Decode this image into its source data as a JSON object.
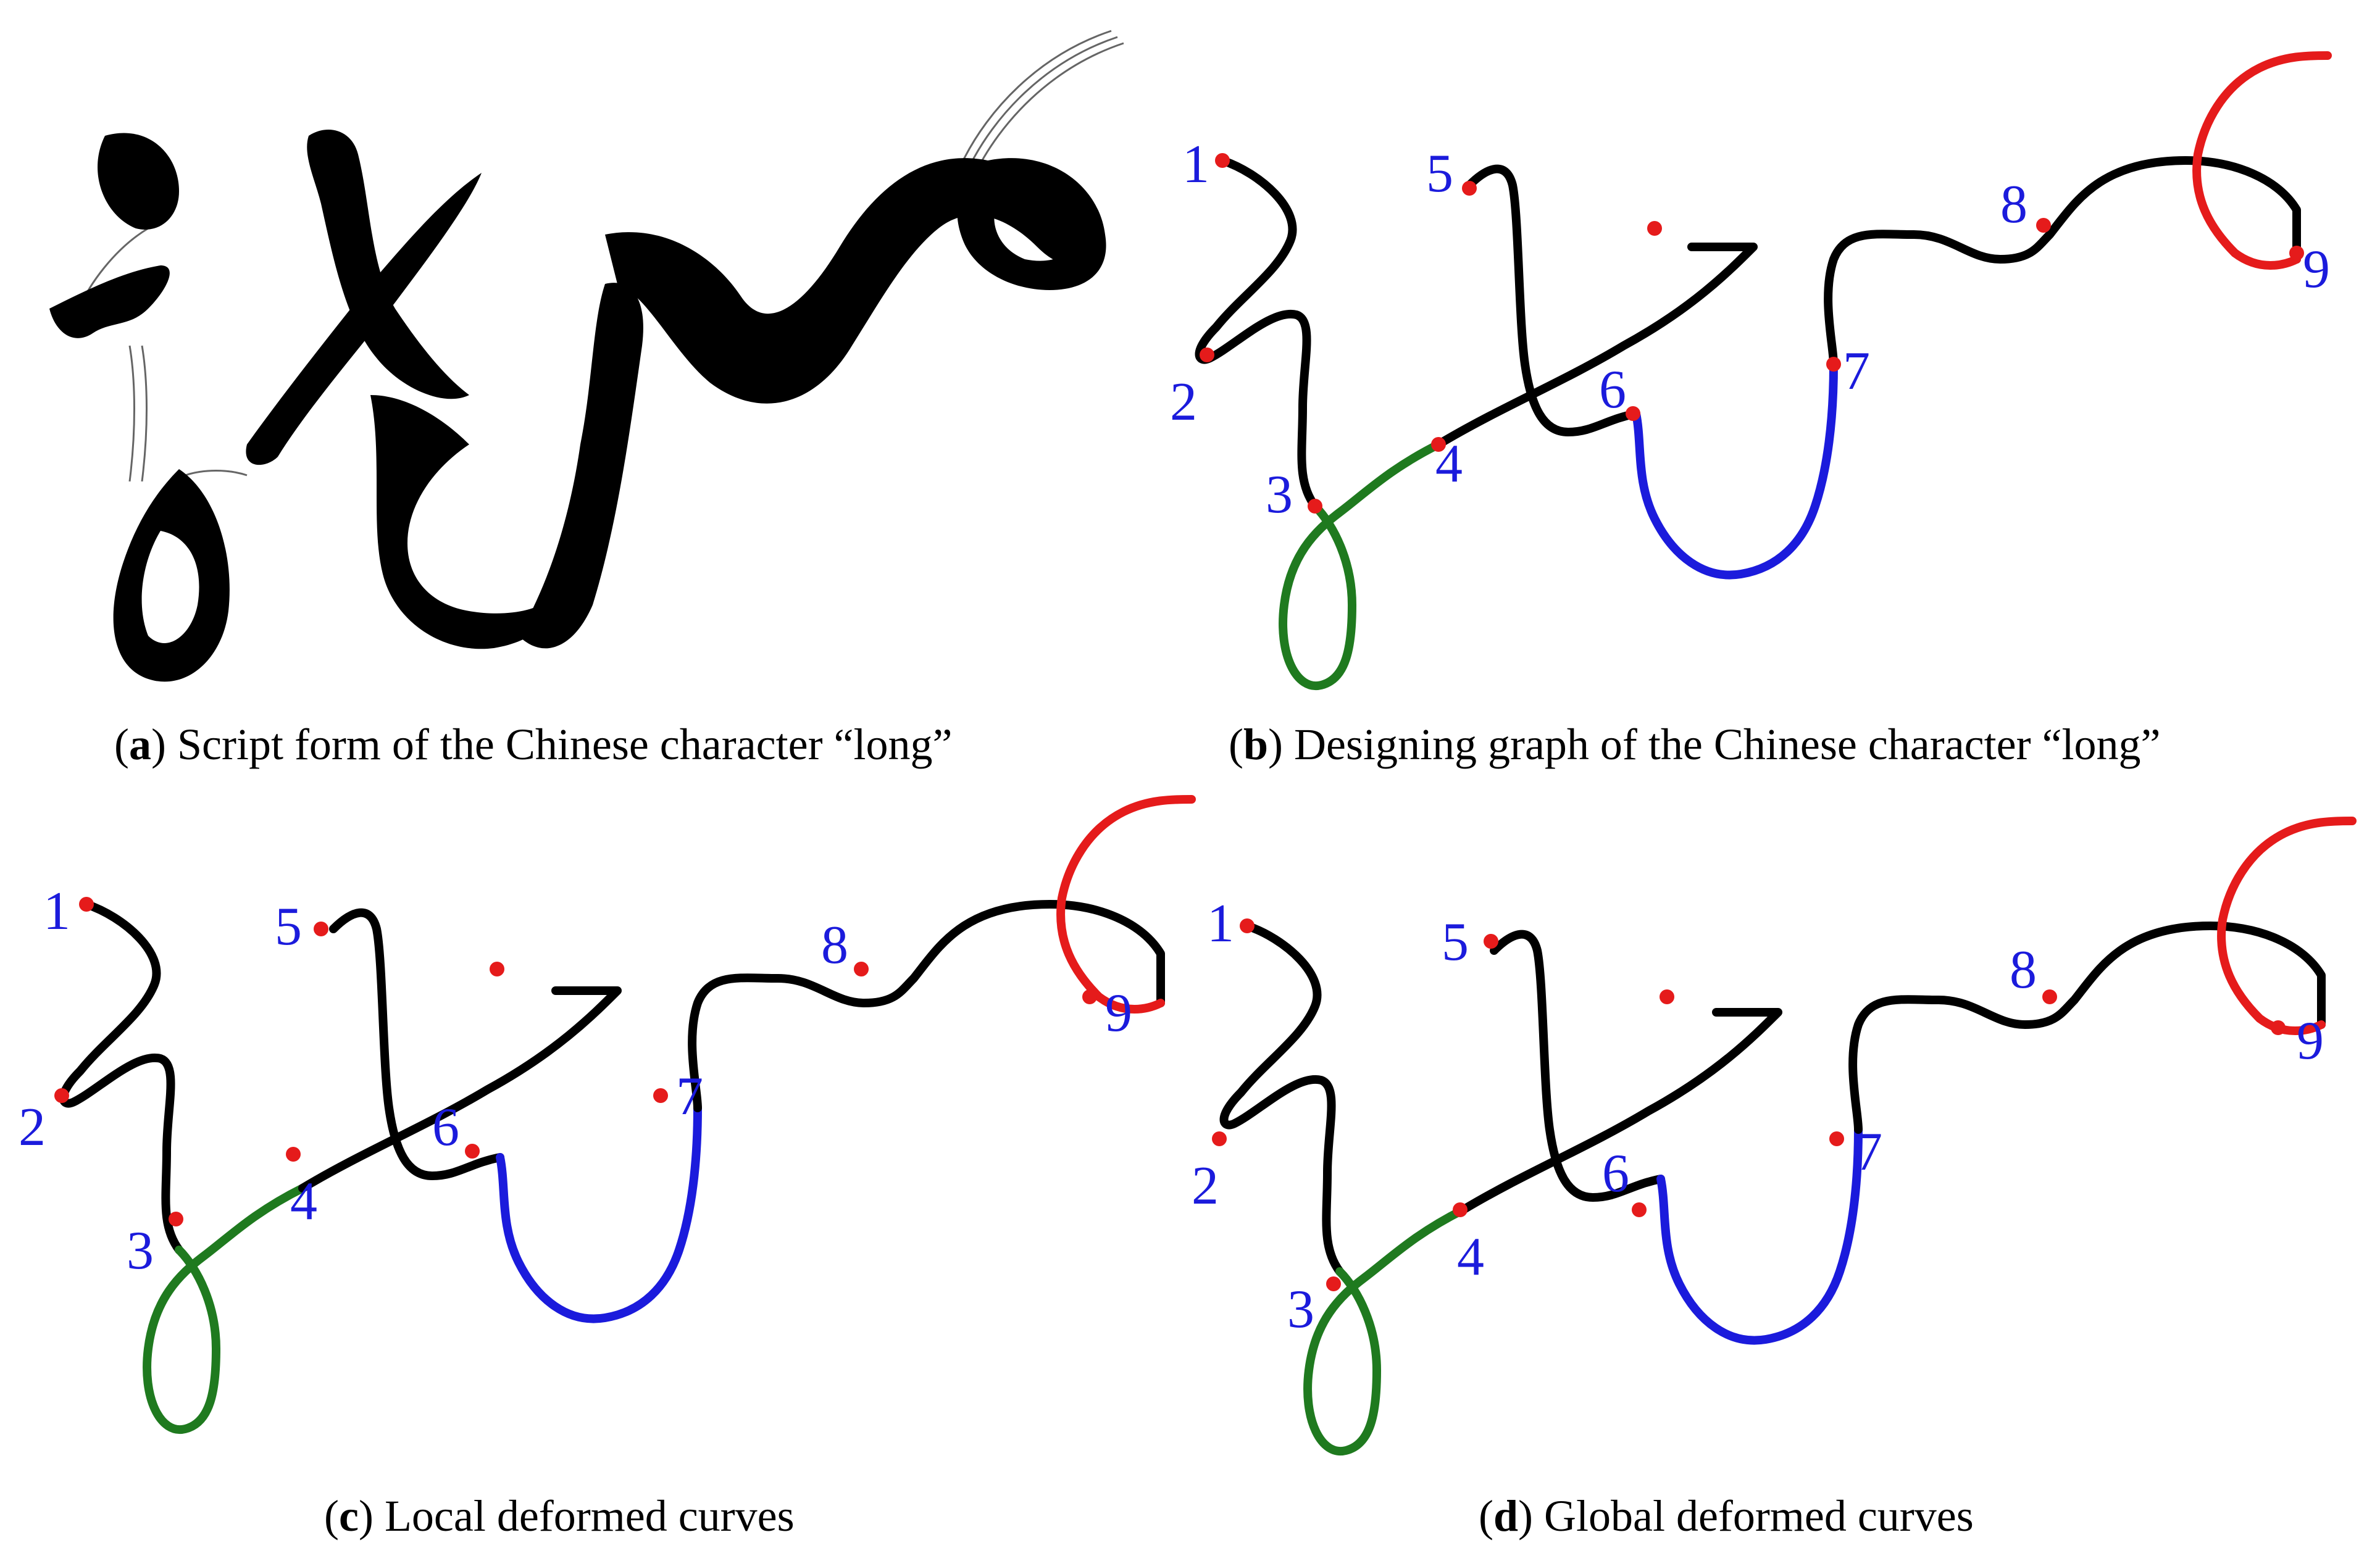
{
  "panels": [
    {
      "id": "a",
      "caption_letter": "a",
      "caption_text": "Script form of the Chinese character “long”"
    },
    {
      "id": "b",
      "caption_letter": "b",
      "caption_text": "Designing graph of the Chinese character “long”",
      "node_labels": [
        "1",
        "2",
        "3",
        "4",
        "5",
        "6",
        "7",
        "8",
        "9"
      ]
    },
    {
      "id": "c",
      "caption_letter": "c",
      "caption_text": "Local deformed curves",
      "node_labels": [
        "1",
        "2",
        "3",
        "4",
        "5",
        "6",
        "7",
        "8",
        "9"
      ]
    },
    {
      "id": "d",
      "caption_letter": "d",
      "caption_text": "Global deformed curves",
      "node_labels": [
        "1",
        "2",
        "3",
        "4",
        "5",
        "6",
        "7",
        "8",
        "9"
      ]
    }
  ],
  "colors": {
    "stroke_black": "#000000",
    "segment_green": "#1f7a1f",
    "segment_blue": "#1b1bdc",
    "segment_red": "#e51b1b",
    "node_dot": "#e51b1b",
    "label_blue": "#1b1bdc"
  }
}
